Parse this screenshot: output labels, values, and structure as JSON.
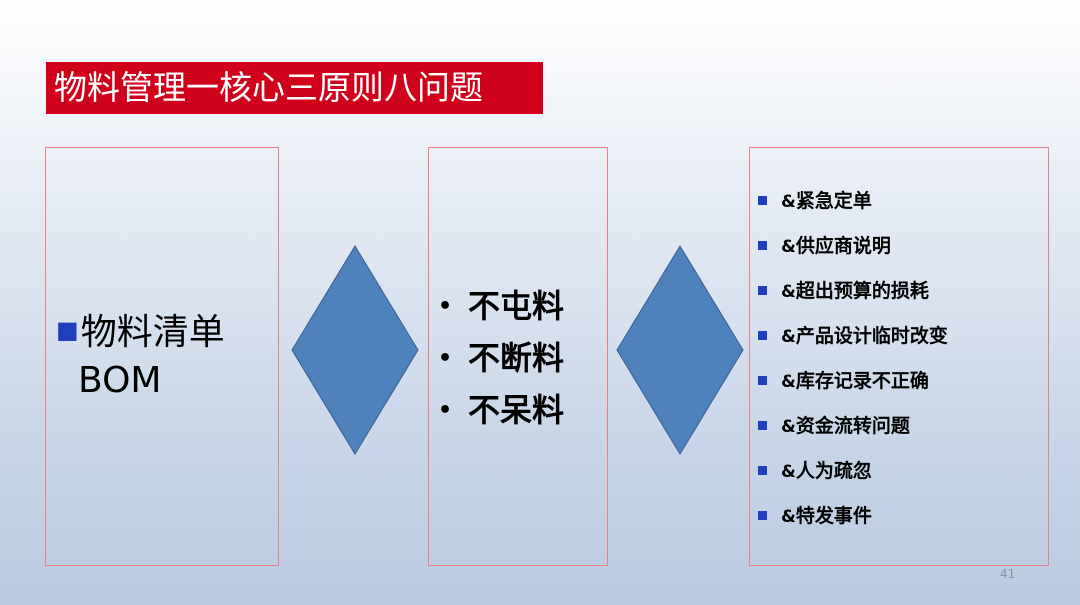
{
  "title": "物料管理一核心三原则八问题",
  "left_box": {
    "bullet": "■",
    "line1": "物料清单",
    "line2": "BOM"
  },
  "middle_box": {
    "items": [
      {
        "bullet": "•",
        "text": "不屯料"
      },
      {
        "bullet": "•",
        "text": "不断料"
      },
      {
        "bullet": "•",
        "text": "不呆料"
      }
    ]
  },
  "right_box": {
    "items": [
      {
        "glyph": "&",
        "text": "紧急定单"
      },
      {
        "glyph": "&",
        "text": "供应商说明"
      },
      {
        "glyph": "&",
        "text": "超出预算的损耗"
      },
      {
        "glyph": "&",
        "text": "产品设计临时改变"
      },
      {
        "glyph": "&",
        "text": "库存记录不正确"
      },
      {
        "glyph": "&",
        "text": "资金流转问题"
      },
      {
        "glyph": "&",
        "text": "人为疏忽"
      },
      {
        "glyph": "&",
        "text": "特发事件"
      }
    ]
  },
  "page_number": "41",
  "colors": {
    "title_bg": "#d0021b",
    "diamond_fill": "#4f81bd",
    "bullet_blue": "#1f3fbf",
    "box_border": "#e8808a"
  }
}
